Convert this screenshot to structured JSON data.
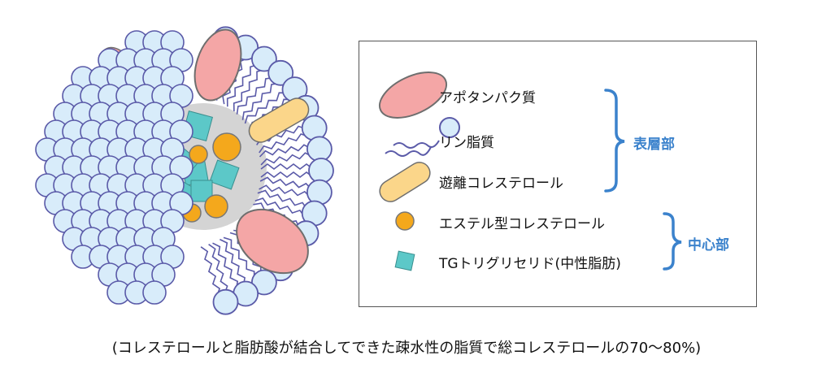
{
  "legend": {
    "items": [
      {
        "label": "アポタンパク質"
      },
      {
        "label": "リン脂質"
      },
      {
        "label": "遊離コレステロール"
      },
      {
        "label": "エステル型コレステロール"
      },
      {
        "label": "TGトリグリセリド(中性脂肪)"
      }
    ],
    "groups": [
      {
        "label": "表層部"
      },
      {
        "label": "中心部"
      }
    ]
  },
  "caption": "(コレステロールと脂肪酸が結合してできた疎水性の脂質で総コレステロールの70〜80%)",
  "colors": {
    "apoprotein": "#f4a6a6",
    "phospholipid_head": "#d8ecfa",
    "phospholipid_outline": "#5a5aa8",
    "free_cholesterol": "#fbd68a",
    "ester_cholesterol": "#f4a81c",
    "triglyceride": "#5cc8c8",
    "core": "#d4d4d4",
    "bracket": "#3b82cc"
  }
}
